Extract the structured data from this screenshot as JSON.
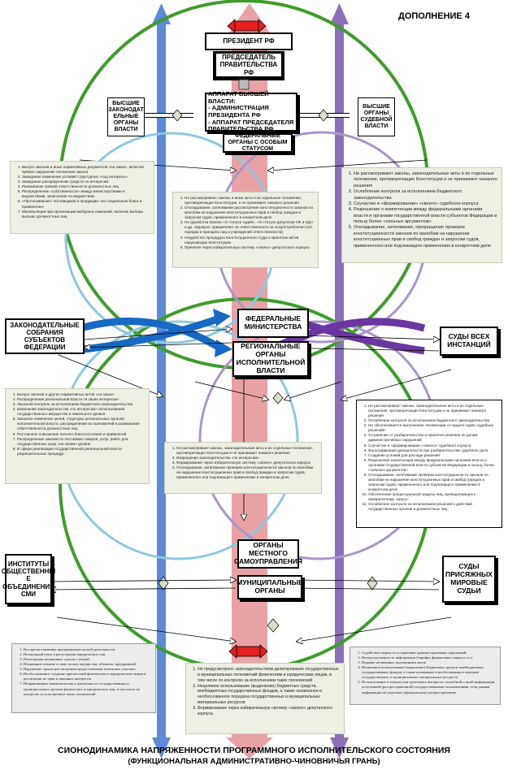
{
  "header": {
    "addendum_label": "ДОПОЛНЕНИЕ 4"
  },
  "top_boxes": {
    "president": "ПРЕЗИДЕНТ РФ",
    "chairman": "ПРЕДСЕДАТЕЛЬ ПРАВИТЕЛЬСТВА РФ",
    "apparatus": "АППАРАТ ВЫСШЕЙ ВЛАСТИ:\n- АДМИНИСТРАЦИЯ ПРЕЗИДЕНТА РФ\n- АППАРАТ ПРЕДСЕДАТЕЛЯ ПРАВИТЕЛЬСТВА РФ",
    "special_status": "ФЕДЕРАЛЬНЫЕ ОРГАНЫ С ОСОБЫМ СТАТУСОМ",
    "legislative_higher": "ВЫСШИЕ ЗАКОНОДАТ ЕЛЬНЫЕ ОРГАНЫ ВЛАСТИ",
    "judicial_higher": "ВЫСШИЕ ОРГАНЫ СУДЕБНОЙ ВЛАСТИ"
  },
  "middle_boxes": {
    "federal_ministries": "ФЕДЕРАЛЬНЫЕ МИНИСТЕРСТВА",
    "regional_exec": "РЕГИОНАЛЬНЫЕ ОРГАНЫ ИСПОЛНИТЕЛЬНОЙ ВЛАСТИ",
    "legislative_assemblies": "ЗАКОНОДАТЕЛЬНЫЕ СОБРАНИЯ СУБЪЕКТОВ ФЕДЕРАЦИИ",
    "all_courts": "СУДЫ ВСЕХ ИНСТАНЦИЙ"
  },
  "bottom_boxes": {
    "local_self_gov": "ОРГАНЫ МЕСТНОГО САМОУПРАВЛЕНИЯ",
    "municipal": "МУНИЦИПАЛЬНЫЕ ОРГАНЫ",
    "civil_institutes": "ИНСТИТУТЫ ОБЩЕСТВЕННЫ Е ОБЪЕДИНЕНИЯ СМИ",
    "jury_courts": "СУДЫ ПРИСЯЖНЫХ МИРОВЫЕ СУДЬИ"
  },
  "notes": {
    "top_left": [
      "Выпуск законов и иных нормативных документов «на заказ», включая прямое нарушение положения закона",
      "Заведомое изменение условий структурных «под интересы»",
      "Заведомое распределение средств по интересам",
      "Размывание прямой ответственности должностных лиц",
      "Распределение «собственности» между министерствами и ведомствами, зачисление по ведомствам",
      "«Протаскивание» поставщиков и продукции «на социальные блага и привилегии»",
      "Манипуляции при организации выборных кампаний, включая выборы высших должностных лиц"
    ],
    "top_center": [
      "Не рассматривают законы и иные акты и их отдельные положения, противоречащие Конституции, и не принимают никакого решения",
      "Откладывание, затягивание рассмотрения конституционности законов по жалобам на нарушение конституционных прав и свобод граждан и запросам судов, примененного в конкретном деле",
      "Не доработка Закона «О статусе судей», «О статусе депутатов СФ и ГДс» и др. «вдовую» прикрепляет не ответственности за злоупотребления (нет порядка и принципа лиц и учреждений ответственности)",
      "Неудобство процедуры Конституционного Суда к принятию актов нарушающих Конституцию",
      "Принятие через избирательную систему «своего» депутатского корпуса"
    ],
    "top_right": [
      "Не рассматривают законы, законодательные акты и их отдельные положения, противоречащие Конституции и не принимают никакого решения",
      "Ослабление контроля за исполнением бюджетного законодательства",
      "Соучастие в «формировании» «своего» судебного корпуса",
      "Разрешение о компетенции между федеральными органами власти и органами государственной власти субъектов Федерации в пользу более «сильных аргументов»",
      "Откладывание, затягивание, прекращение проверки конституционности законов по жалобам на нарушение конституционных прав и свобод граждан и запросам судов, примененного или подлежащего применению в конкретном деле"
    ],
    "middle_left": [
      "Выпуск законов и других нормативных актов «на заказ»",
      "Распределение региональной власти «в своих интересах»",
      "Заказной контроль за исполнением бюджетного законодательства",
      "Изменение законодательства «по интересам» использования государственного имущества и земельного уровня",
      "Заказное изменение целей, структуры региональных органов исполнительной власти, распределение их полномочий и размывание ответственности должностных лиц",
      "Постоянное повышение личного благосостояния и привилегий",
      "Распределение заказов по поставкам товаров, услуг, работ для государственных нужд «на своем» уровне",
      "В сфере реализации государственной региональной власти разрешительных процедур"
    ],
    "middle_center": [
      "Не рассматривают законы, законодательные акты и их отдельные положения, противоречащие Конституции и не принимают никакого решения",
      "Извращение законодательства «по интересам»",
      "Формирование через избирательную систему «своего» депутатского корпуса",
      "Откладывание, затягивание проверки конституционности законов по жалобам на нарушение конституционных прав и свобод граждан и запросам судов, примененного или подлежащего применению в конкретном деле"
    ],
    "middle_right": [
      "Не рассматривают законы, законодательные акты и их отдельные положения, противоречащие Конституции и не принимают никакого решения",
      "Ослабление контроля за исполнением бюджетного законодательства",
      "Не обеспечивается выполнение «Конвенции «о защите прав» судебных решений»",
      "Устранение от разбирательства и принятия решения по делам административных нарушений",
      "Соучастие в «формировании» «своего» судебного корпуса",
      "Фальсификация доказательств при разбирательстве судебного дела",
      "Создание условий для распада решений",
      "Разрешение компетенции между федеральными органами власти и органами государственной власти субъектов Федерации в пользу более «сильных аргументов»",
      "Откладывание, затягивание проверки конституционности законов по жалобам на нарушение конституционных прав и свобод граждан и запросам судов, примененного или подлежащего применению в конкретном деле",
      "Обеспечение процессуальной защиты лиц, принадлежащих к приоритетному «кругу»",
      "Ослабление контроля за исполнением решений и действий государственных органов и должностных лиц"
    ],
    "bottom_left": [
      "Воспрепятствование предпринимательской деятельности",
      "Незаконный отказ в регистрации юридических лиц",
      "Регистрация незаконных сделок с землей",
      "Незаконное изъятие в свою пользу имущества, объектов, предприятий",
      "Нарушение сроков рассмотрения предоставления земельных участков",
      "Необоснованное создание препятствий физическим и юридическим лицам в реализации их прав и законных интересов",
      "Неправомерное вмешательство в деятельность государственных и муниципальных органов физических и юридических лиц, в том числе по контролю за исполнением таких полномочий"
    ],
    "bottom_center": [
      "Не предусмотрено законодательством делегирование государственных и муниципальных полномочий физическим и юридическим лицам, в том числе по контролю за исполнением таких полномочий",
      "Нецелевое использование (выделение) бюджетных средств, внебюджетных государственных фондов, а также незаконное и необоснованное передача государственных и муниципальных материальных ресурсов",
      "Формирование через избирательную систему «своего» депутатского корпуса"
    ],
    "bottom_right": [
      "Содействие мерам по устранению административных нарушений",
      "Неподсудственность информации (тарифы, финансовые планы и т.п.)",
      "Издание незаконных подзаконных актов",
      "Незаконное использование (выделение) бюджетных средств, внебюджетных государственных фондов, а также незаконное и необоснованное передача государственных и муниципальных материальных ресурсов",
      "Использование в личных или групповых интересах служебной и иной информации, полученной (распространенной) государственными полномочиями, если данная информация не подлежит официальному распространению"
    ]
  },
  "footer": {
    "title_main": "СИОНОДИНАМИКА НАПРЯЖЕННОСТИ ПРОГРАММНОГО ИСПОЛНИТЕЛЬСКОГО СОСТОЯНИЯ",
    "title_sub": "(ФУНКЦИОНАЛЬНАЯ АДМИНИСТРАТИВНО-ЧИНОВНИЧЬЯ ГРАНЬ)"
  },
  "colors": {
    "green_ring": "#3f9b2d",
    "blue_ring": "#7ab7d6",
    "purple_ring": "#9a84bc",
    "left_axis": "#5b8ad6",
    "center_axis": "#e8a2a6",
    "right_axis": "#8b70b8",
    "note_fill": "#eef0e4",
    "red_arrow": "#e52020"
  }
}
